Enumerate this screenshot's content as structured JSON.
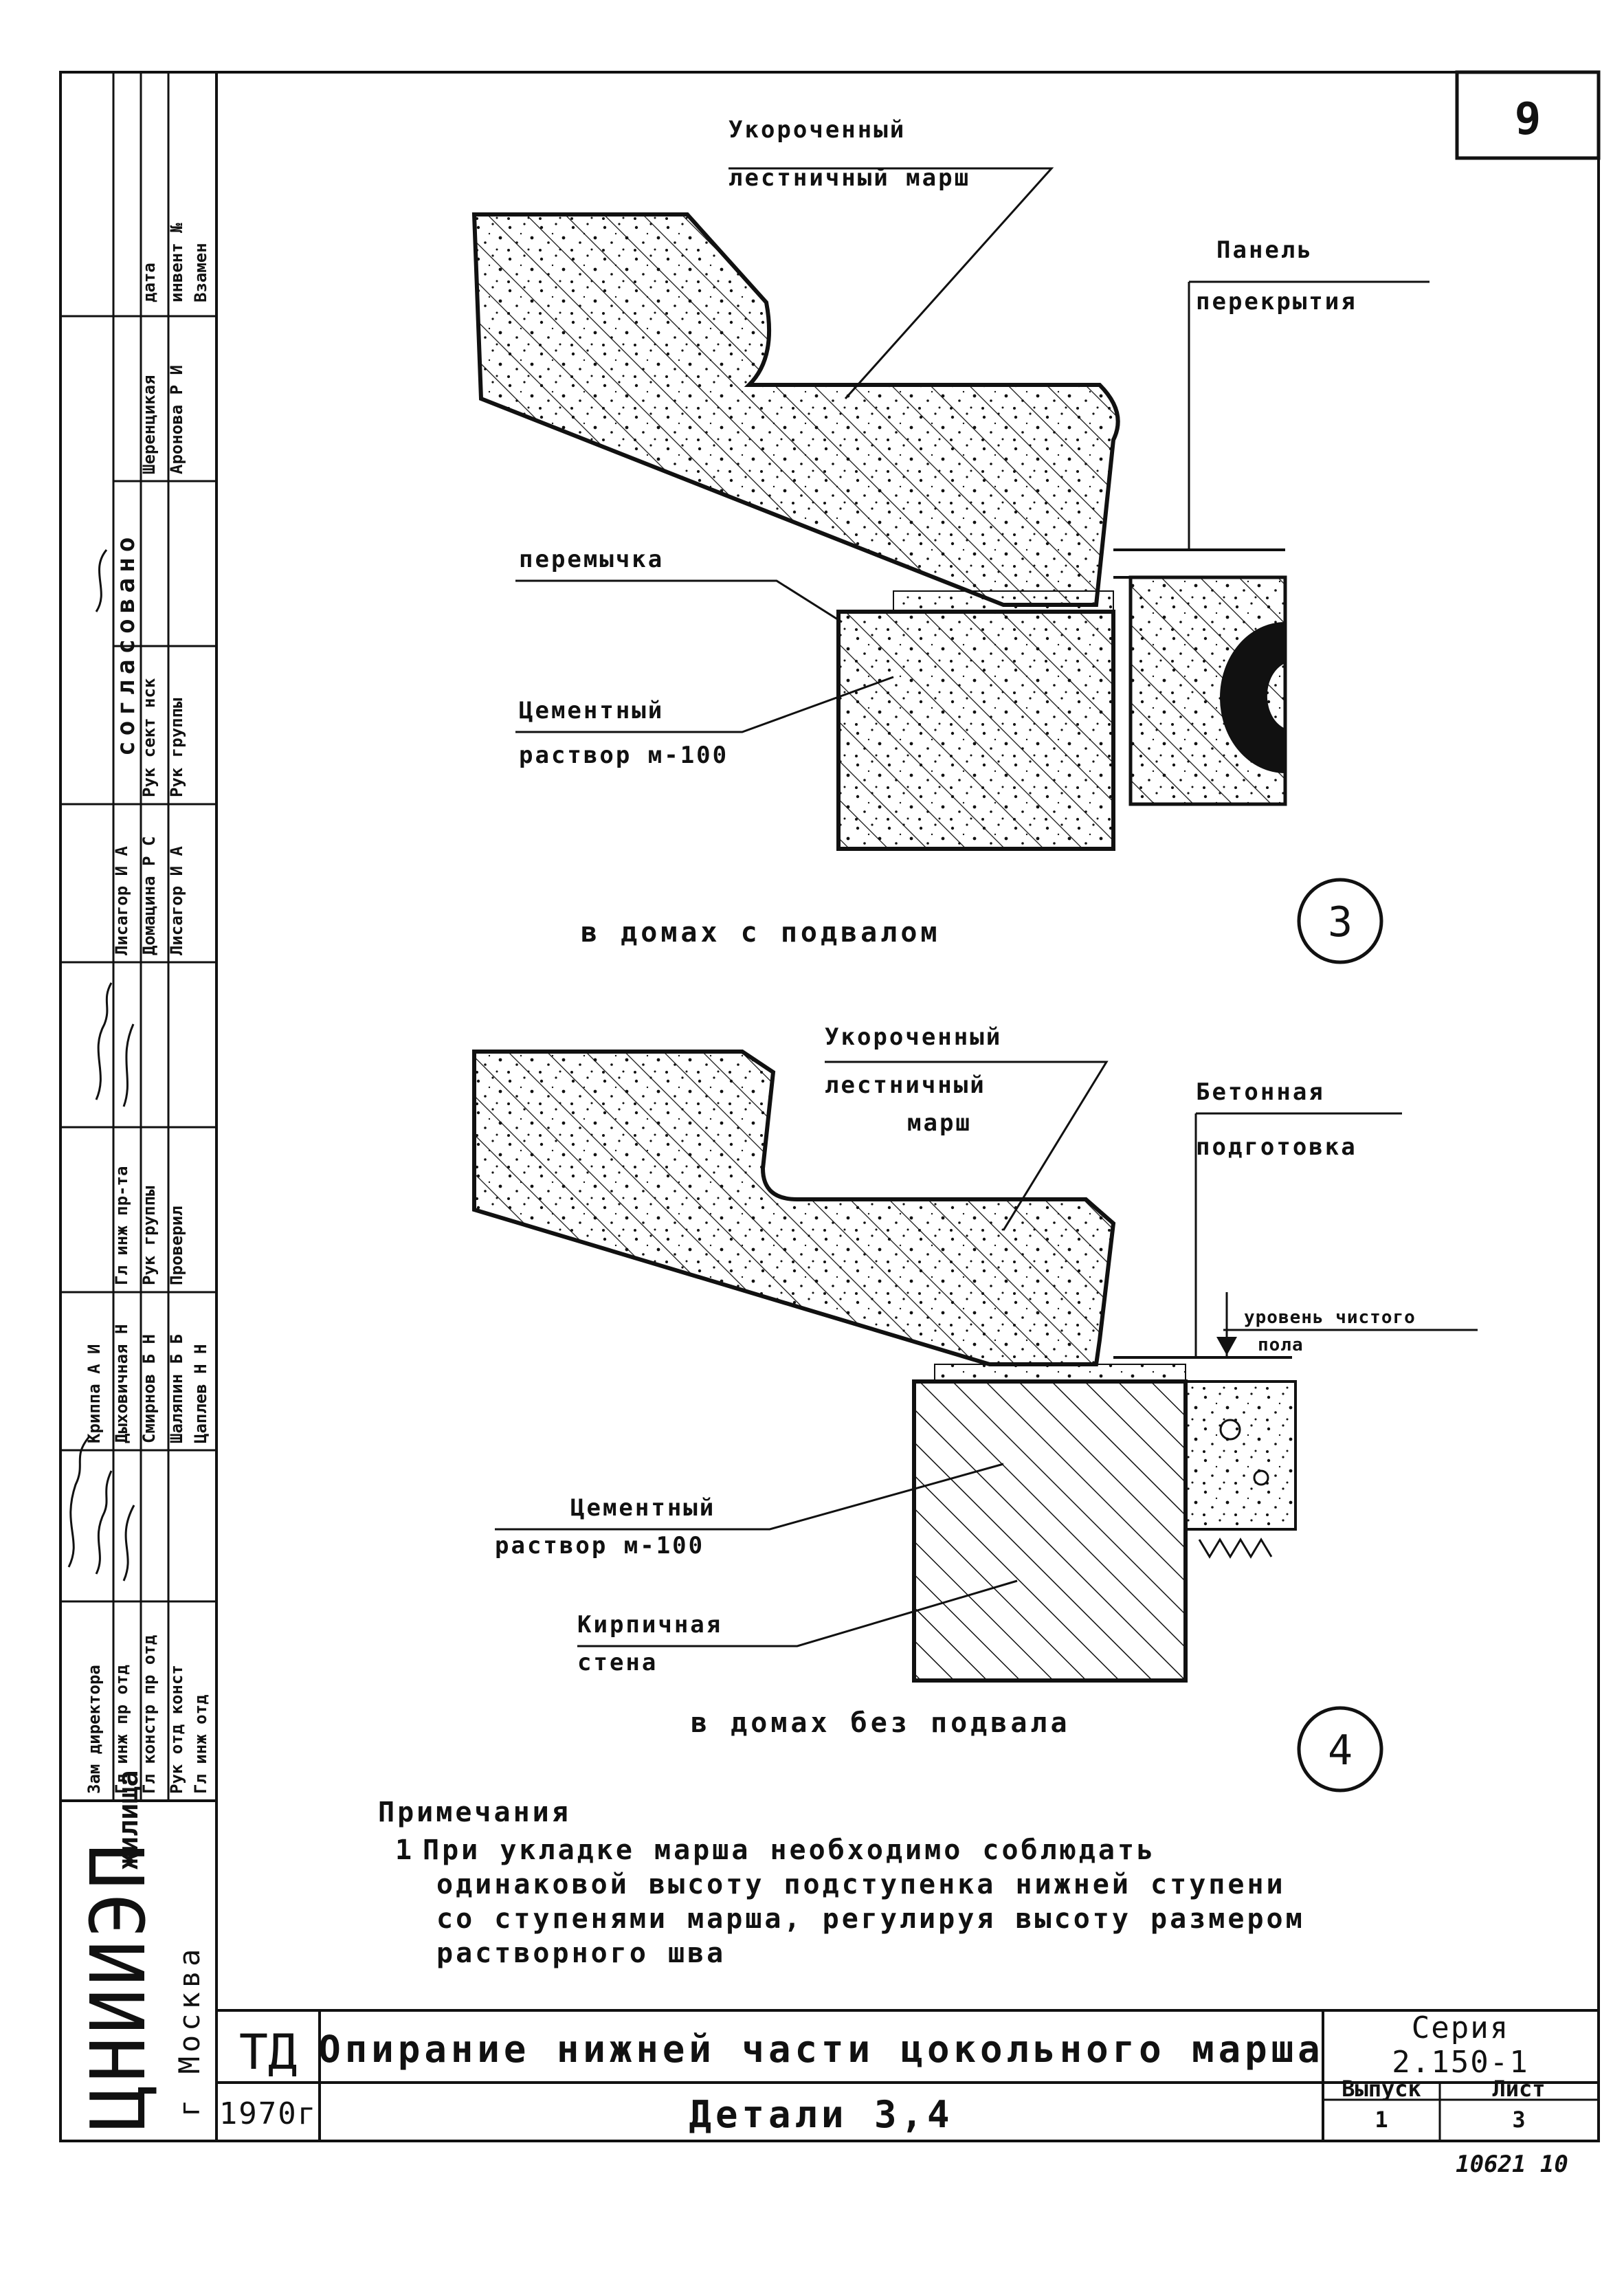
{
  "sheet_number": "9",
  "detail3": {
    "label_march": [
      "Укороченный",
      "лестничный марш"
    ],
    "label_panel": [
      "Панель",
      "перекрытия"
    ],
    "label_lintel": "перемычка",
    "label_mortar": [
      "Цементный",
      "раствор м-100"
    ],
    "caption": "в домах с подвалом",
    "marker": "3"
  },
  "detail4": {
    "label_march": [
      "Укороченный",
      "лестничный",
      "марш"
    ],
    "label_concrete": [
      "Бетонная",
      "подготовка"
    ],
    "label_floor": [
      "уровень чистого",
      "пола"
    ],
    "label_mortar": [
      "Цементный",
      "раствор м-100"
    ],
    "label_wall": [
      "Кирпичная",
      "стена"
    ],
    "caption": "в домах без подвала",
    "marker": "4"
  },
  "notes": {
    "heading": "Примечания",
    "item_number": "1",
    "lines": [
      "При укладке марша необходимо соблюдать",
      "одинаковой высоту подступенка нижней ступени",
      "со ступенями марша, регулируя высоту размером",
      "растворного шва"
    ]
  },
  "title_block": {
    "code": "ТД",
    "year": "1970г",
    "title": "Опирание нижней части цокольного марша",
    "subtitle": "Детали 3,4",
    "series_label": "Серия",
    "series_value": "2.150-1",
    "issue_label": "Выпуск",
    "issue_value": "1",
    "sheet_label": "Лист",
    "sheet_value": "3",
    "stamp": "10621 10"
  },
  "side_block": {
    "org_logo": "ЦНИИЭП",
    "org_sub": "жилища",
    "org_city": "г Москва",
    "agreed": "согласовано",
    "date": "дата",
    "inv_no": "инвент №",
    "replace": "Взамен",
    "roles": [
      "Зам директора",
      "Гл инж пр отд",
      "Гл констр пр отд",
      "Рук отд конст",
      "Гл инж отд"
    ],
    "names_a": [
      "Криппа А И",
      "Дыховичная Н",
      "Смирнов Б Н",
      "Шаляпин Б Б",
      "Цаплев Н Н"
    ],
    "roles_b": [
      "Гл инж пр-та",
      "Рук группы",
      "Проверил"
    ],
    "names_b": [
      "Лисагор И А",
      "Домацина Р С",
      "Лисагор И А"
    ],
    "roles_c": [
      "Рук сект нск",
      "Рук группы"
    ],
    "names_c": [
      "Шеренцикая",
      "Аронова Р И"
    ]
  }
}
